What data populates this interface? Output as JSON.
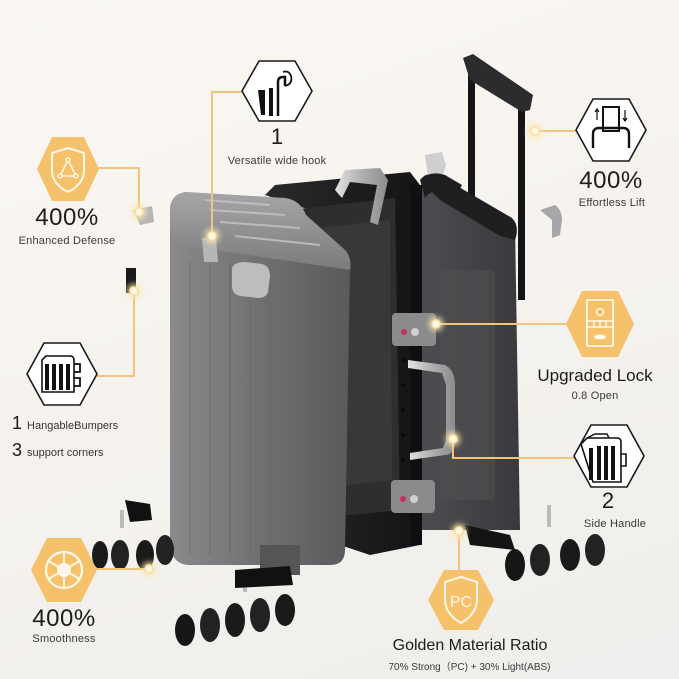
{
  "colors": {
    "accent": "#f5c26b",
    "accent_line": "#f0c47a",
    "text_dark": "#1c1c1c",
    "shell_gray": "#6f6f71",
    "frame_black": "#1f1f21"
  },
  "features": {
    "enhanced_defense": {
      "value": "400%",
      "label": "Enhanced Defense",
      "icon": "shield-triangle-icon"
    },
    "wide_hook": {
      "value": "1",
      "label": "Versatile wide hook",
      "icon": "hook-icon"
    },
    "effortless_lift": {
      "value": "400%",
      "label": "Effortless Lift",
      "icon": "trolley-handle-icon"
    },
    "upgraded_lock": {
      "value": "Upgraded Lock",
      "label": "0.8 Open",
      "icon": "tsa-lock-icon"
    },
    "bumpers": {
      "icon": "bumper-icon",
      "rows": [
        {
          "num": "1",
          "text": "HangableBumpers"
        },
        {
          "num": "3",
          "text": "support corners"
        }
      ]
    },
    "side_handle": {
      "value": "2",
      "label": "Side Handle",
      "icon": "side-handle-icon"
    },
    "smoothness": {
      "value": "400%",
      "label": "Smoothness",
      "icon": "wheel-icon"
    },
    "material": {
      "value": "Golden Material Ratio",
      "label": "70% Strong（PC) + 30% Light(ABS)",
      "icon": "pc-shield-icon",
      "badge": "PC"
    }
  }
}
